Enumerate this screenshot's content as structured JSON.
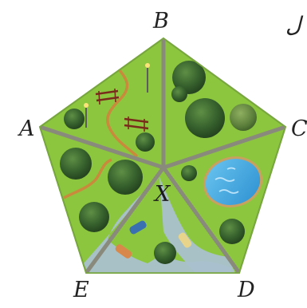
{
  "diagram": {
    "vertices": {
      "A": "A",
      "B": "B",
      "C": "C",
      "D": "D",
      "E": "E"
    },
    "center_label": "X",
    "corner_glyph": "ل",
    "colors": {
      "grass": "#8cc63f",
      "grass_edge": "#5f8f2a",
      "path": "#8c8c7a",
      "trail": "#c98a3c",
      "pond": "#3ea7e0",
      "pond_edge": "#c8a060",
      "lot": "#9fb8c9",
      "tree_dark": "#2f5a2a",
      "tree_mid": "#3f6f33",
      "text": "#222222"
    },
    "regions": [
      {
        "id": "playground",
        "icon": "bench-icon"
      },
      {
        "id": "forest-north",
        "icon": "tree-icon"
      },
      {
        "id": "pond",
        "icon": "pond-icon"
      },
      {
        "id": "parking",
        "icon": "car-icon"
      },
      {
        "id": "forest-west",
        "icon": "tree-icon"
      }
    ]
  }
}
